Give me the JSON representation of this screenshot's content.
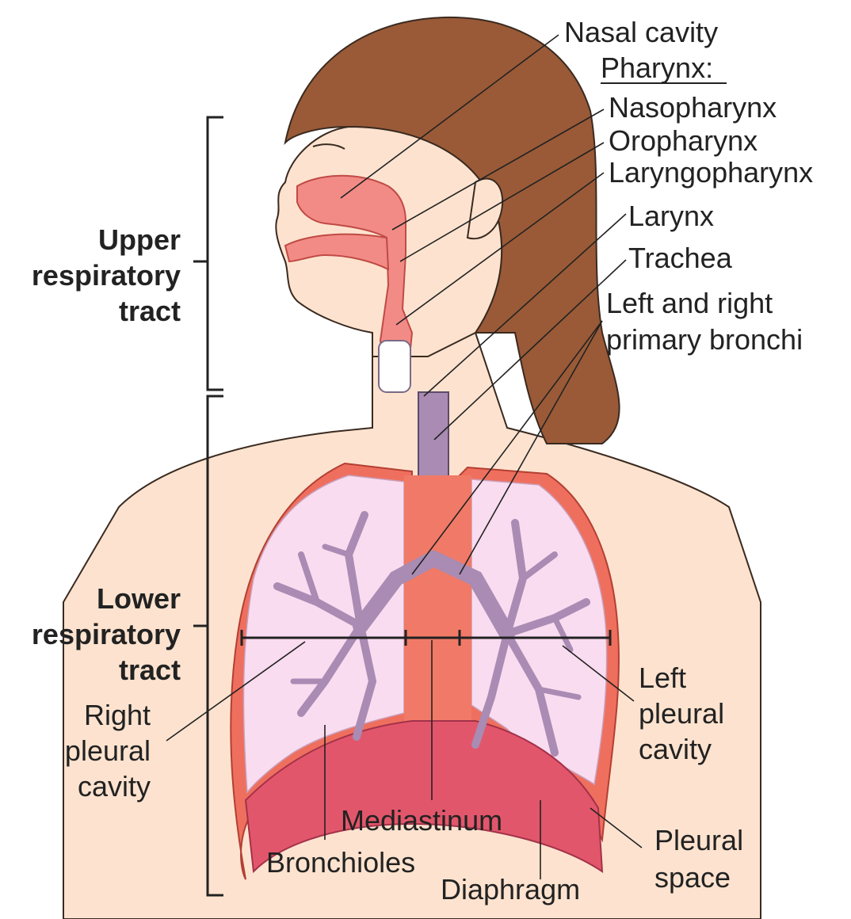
{
  "labels": {
    "nasal_cavity": "Nasal cavity",
    "pharynx": "Pharynx:",
    "nasopharynx": "Nasopharynx",
    "oropharynx": "Oropharynx",
    "laryngopharynx": "Laryngopharynx",
    "larynx": "Larynx",
    "trachea": "Trachea",
    "primary_bronchi_1": "Left and right",
    "primary_bronchi_2": "primary bronchi",
    "upper_tract_1": "Upper",
    "upper_tract_2": "respiratory",
    "upper_tract_3": "tract",
    "lower_tract_1": "Lower",
    "lower_tract_2": "respiratory",
    "lower_tract_3": "tract",
    "right_pleural_1": "Right",
    "right_pleural_2": "pleural",
    "right_pleural_3": "cavity",
    "left_pleural_1": "Left",
    "left_pleural_2": "pleural",
    "left_pleural_3": "cavity",
    "mediastinum": "Mediastinum",
    "bronchioles": "Bronchioles",
    "diaphragm": "Diaphragm",
    "pleural_space_1": "Pleural",
    "pleural_space_2": "space"
  },
  "colors": {
    "skin": "#fde3cf",
    "hair": "#9a5a37",
    "airway": "#f28b86",
    "lung": "#f9dcf0",
    "pleura": "#ef6f5e",
    "bronchi": "#a98bb3",
    "mediastinum": "#f07a67",
    "diaphragm": "#e2566b",
    "line": "#222222"
  }
}
